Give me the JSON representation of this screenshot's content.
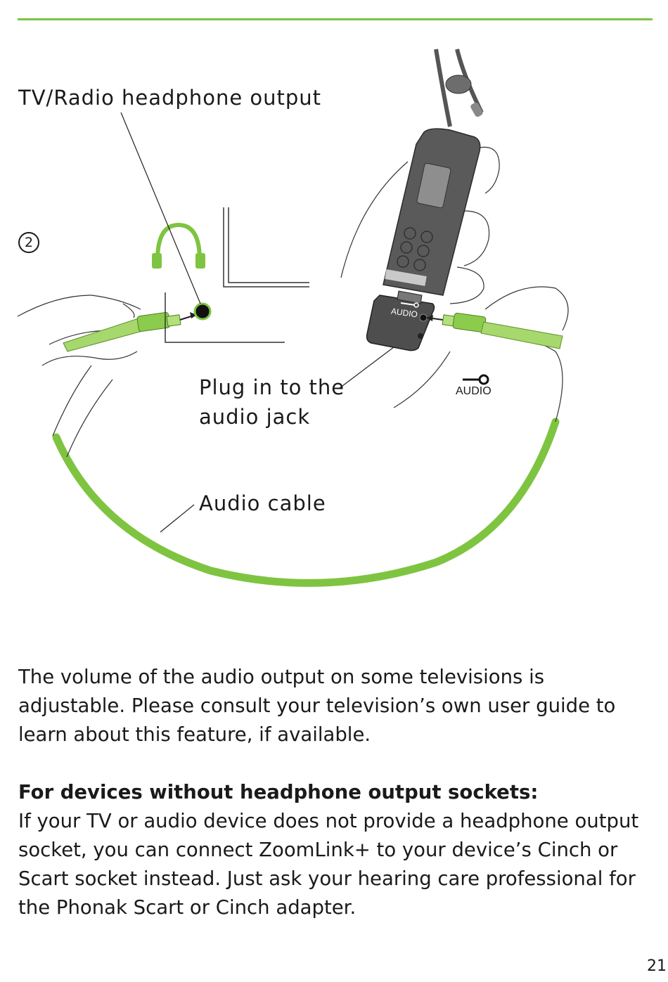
{
  "illustration": {
    "label_output": "TV/Radio headphone output",
    "step_marker": "2",
    "label_plug_line1": "Plug in to the",
    "label_plug_line2": "audio jack",
    "label_cable": "Audio cable",
    "device_port_label": "AUDIO",
    "audio_symbol_label": "AUDIO"
  },
  "body": {
    "paragraph1": "The volume of the audio output on some televisions is adjustable. Please consult your television’s own user guide to learn about this feature, if available.",
    "heading": "For devices without headphone output sockets:",
    "paragraph2": "If your TV or audio device does not provide a headphone output socket, you can connect ZoomLink+ to your device’s Cinch or Scart socket instead. Just ask your hearing care professional for the Phonak Scart or Cinch adapter."
  },
  "page_number": "21",
  "colors": {
    "accent_green": "#7ec441",
    "device_gray": "#5a5a5a"
  }
}
